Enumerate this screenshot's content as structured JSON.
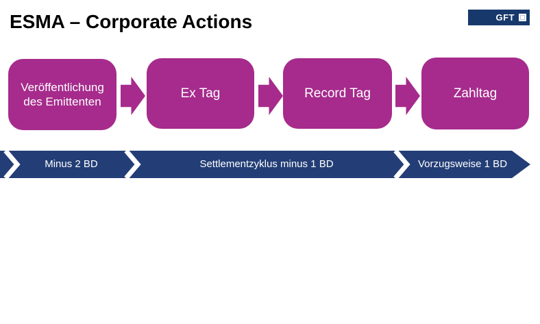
{
  "slide": {
    "title": "ESMA – Corporate Actions"
  },
  "logo": {
    "text": "GFT"
  },
  "process_flow": {
    "steps": [
      {
        "label": "Veröffentlichung des Emittenten"
      },
      {
        "label": "Ex Tag"
      },
      {
        "label": "Record Tag"
      },
      {
        "label": "Zahltag"
      }
    ]
  },
  "timeline": {
    "segments": [
      {
        "label": "Minus 2 BD"
      },
      {
        "label": "Settlementzyklus minus 1 BD"
      },
      {
        "label": "Vorzugsweise 1 BD"
      }
    ]
  },
  "colors": {
    "step_magenta": "#A62B8C",
    "timeline_navy": "#233E76",
    "logo_navy": "#17386B",
    "text_white": "#FFFFFF",
    "title_black": "#000000"
  }
}
